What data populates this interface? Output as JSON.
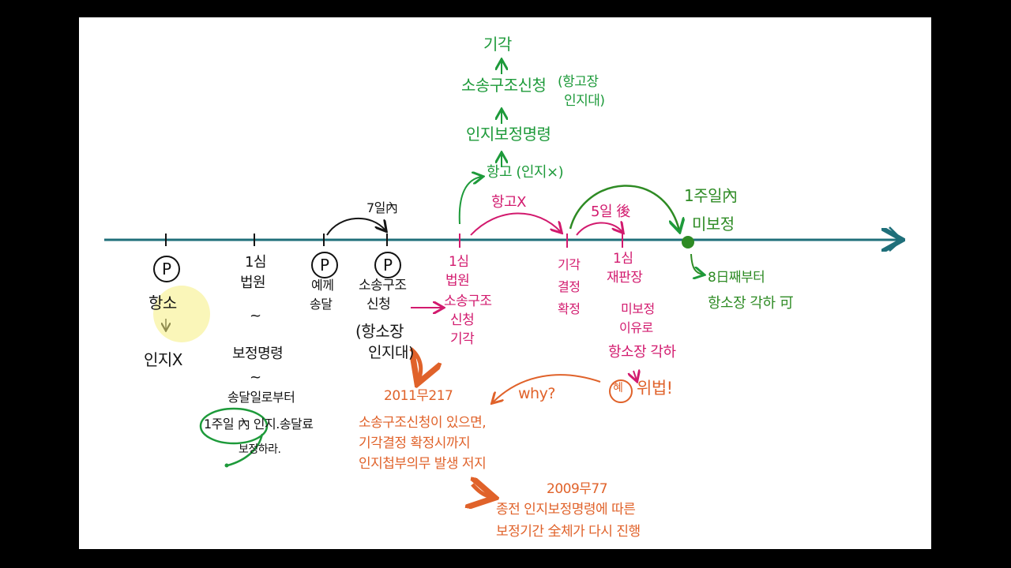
{
  "green_chain": {
    "top": "기각",
    "request": "소송구조신청",
    "request_note_1": "(항고장",
    "request_note_2": "인지대)",
    "order": "인지보정명령",
    "appeal": "항고 (인지×)"
  },
  "arrows": {
    "seven_days": "7일內",
    "no_appeal": "항고X",
    "five_days": "5일 後"
  },
  "markers": {
    "p1": "P",
    "p2": "P",
    "p3": "P"
  },
  "col1": {
    "line1": "항소",
    "line2": "인지X"
  },
  "col2": {
    "line1": "1심",
    "line2": "법원",
    "tilde1": "~",
    "line3": "보정명령",
    "tilde2": "~",
    "line4": "송달일로부터",
    "line5": "1주일 內 인지.송달료",
    "line6": "보정하라."
  },
  "col3": {
    "line1": "예께",
    "line2": "송달"
  },
  "col4": {
    "line1": "소송구조",
    "line2": "신청",
    "line3": "(항소장",
    "line4": "인지대)"
  },
  "col5": {
    "line1": "1심",
    "line2": "법원",
    "line3": "소송구조",
    "line4": "신청",
    "line5": "기각"
  },
  "col6": {
    "line1": "기각",
    "line2": "결정",
    "line3": "확정"
  },
  "col7": {
    "line1": "1심",
    "line2": "재판장",
    "line3": "미보정",
    "line4": "이유로",
    "line5": "항소장 각하"
  },
  "right_green": {
    "line1": "1주일內",
    "line2": "미보정",
    "line3": "8日째부터",
    "line4": "항소장 각하 可"
  },
  "orange": {
    "why": "why?",
    "illegal_mark": "혜",
    "illegal": "위법!",
    "case1": "2011무217",
    "case1_l1": "소송구조신청이 있으면,",
    "case1_l2": "기각결정 확정시까지",
    "case1_l3": "인지첩부의무 발생 저지",
    "case2": "2009무77",
    "case2_l1": "종전 인지보정명령에 따른",
    "case2_l2": "보정기간 全체가 다시 진행"
  },
  "colors": {
    "timeline": "#1f6f7a",
    "green": "#1d9a3a",
    "pink": "#d21a6e",
    "orange": "#e0622a",
    "black": "#141414"
  }
}
